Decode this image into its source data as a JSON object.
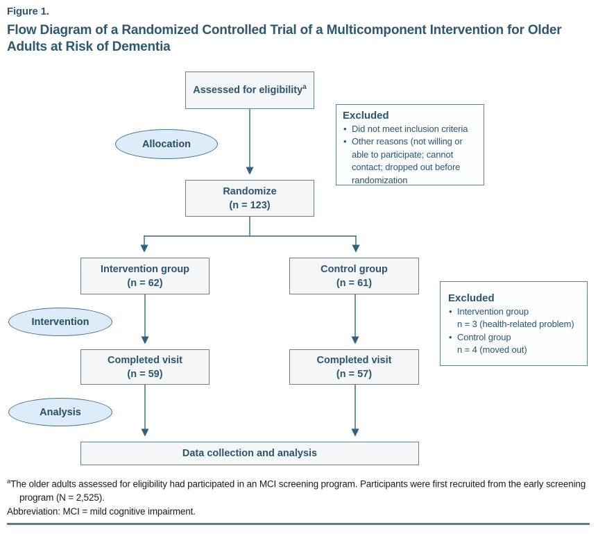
{
  "colors": {
    "heading_text": "#2d5870",
    "box_text": "#2b566c",
    "box_border": "#64808f",
    "box_fill": "#f5f6f7",
    "ellipse_fill": "#dcecf8",
    "ellipse_border": "#47718c",
    "arrow": "#35607c",
    "footnote_text": "#1a1a1a",
    "bottom_rule": "#55808f"
  },
  "figure": {
    "label": "Figure 1.",
    "title": "Flow Diagram of a Randomized Controlled Trial of a Multicomponent Intervention for Older Adults at Risk of Dementia"
  },
  "diagram": {
    "assessed": {
      "label": "Assessed for eligibility",
      "sup": "a"
    },
    "randomize": {
      "line1": "Randomize",
      "line2": "(n = 123)"
    },
    "intervention_group": {
      "line1": "Intervention group",
      "line2": "(n = 62)"
    },
    "control_group": {
      "line1": "Control group",
      "line2": "(n = 61)"
    },
    "completed_visit_left": {
      "line1": "Completed visit",
      "line2": "(n = 59)"
    },
    "completed_visit_right": {
      "line1": "Completed visit",
      "line2": "(n = 57)"
    },
    "data_collection": {
      "label": "Data collection and analysis"
    },
    "stage_allocation": {
      "label": "Allocation"
    },
    "stage_intervention": {
      "label": "Intervention"
    },
    "stage_analysis": {
      "label": "Analysis"
    },
    "excluded_eligibility": {
      "title": "Excluded",
      "bullets": [
        "Did not meet inclusion criteria",
        "Other reasons (not willing or able to participate; cannot contact; dropped out before randomization"
      ]
    },
    "excluded_intervention": {
      "title": "Excluded",
      "items": [
        {
          "label": "Intervention group",
          "detail": "n = 3 (health-related problem)"
        },
        {
          "label": "Control group",
          "detail": "n = 4 (moved out)"
        }
      ]
    }
  },
  "footnotes": {
    "marker": "a",
    "note": "The older adults assessed for eligibility had participated in an MCI screening program. Participants were first recruited from the early screening program (N = 2,525).",
    "abbreviation": "Abbreviation: MCI = mild cognitive impairment."
  }
}
